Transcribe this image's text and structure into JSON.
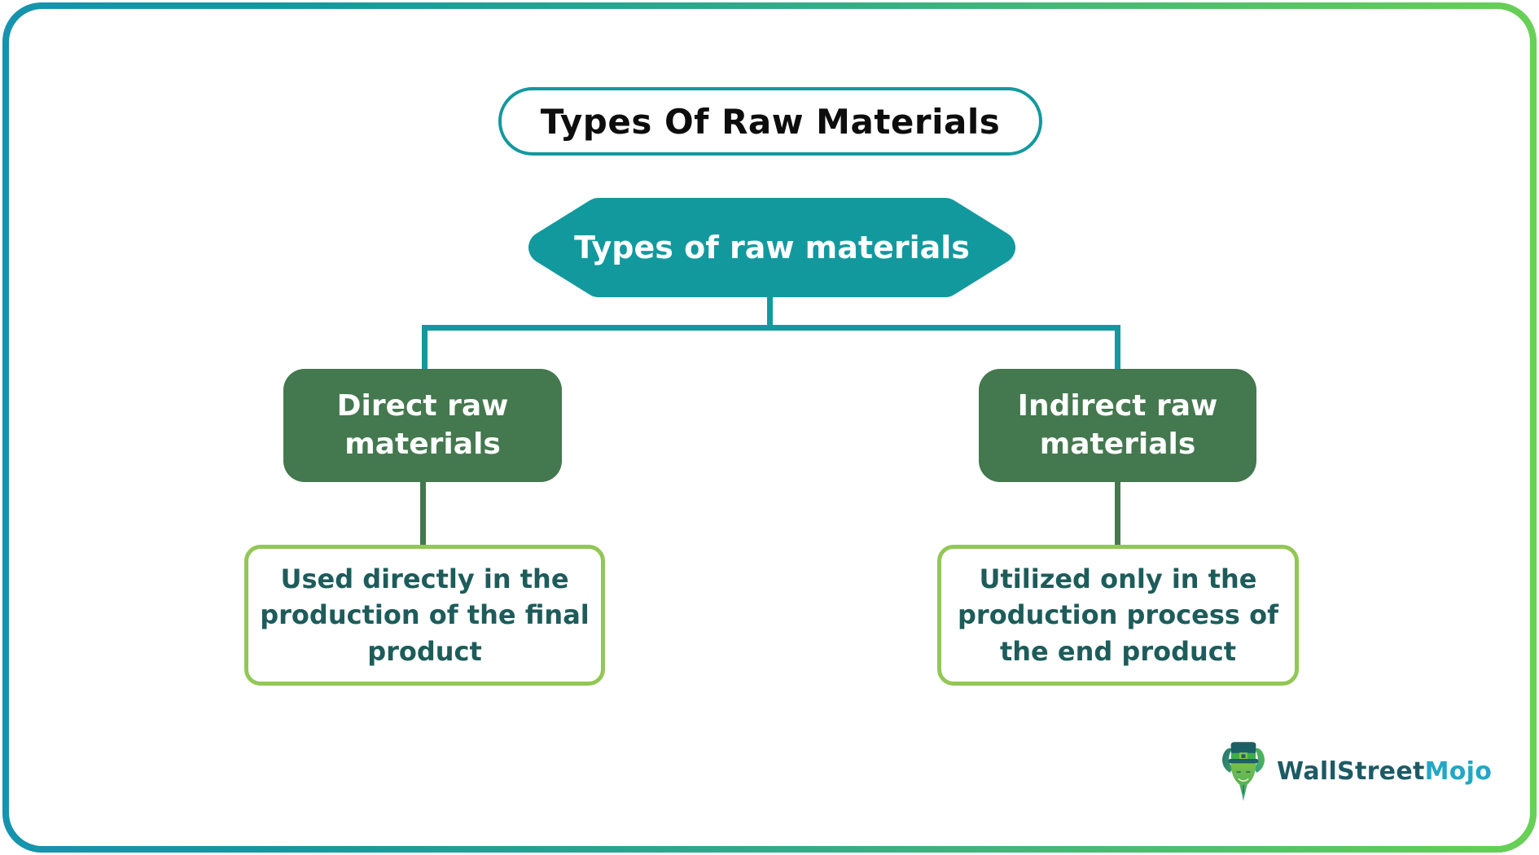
{
  "title": {
    "label": "Types Of Raw Materials"
  },
  "diagram": {
    "root": {
      "label": "Types of raw materials"
    },
    "branches": [
      {
        "label": "Direct raw materials",
        "description": "Used directly in the production of the final product"
      },
      {
        "label": "Indirect raw materials",
        "description": "Utilized only in the production process of the end product"
      }
    ]
  },
  "logo": {
    "icon": "bull-mascot-icon",
    "brand_primary": "WallStreet",
    "brand_accent": "Mojo"
  },
  "colors": {
    "node_teal": "#12999E",
    "branch_green": "#44784E",
    "description_border_green": "#92C755",
    "description_text_teal": "#1D5C5A",
    "frame_gradient_left": "#1693AE",
    "frame_gradient_right": "#68D055",
    "brand_primary_color": "#1E5A64",
    "brand_accent_color": "#23A7C4"
  }
}
